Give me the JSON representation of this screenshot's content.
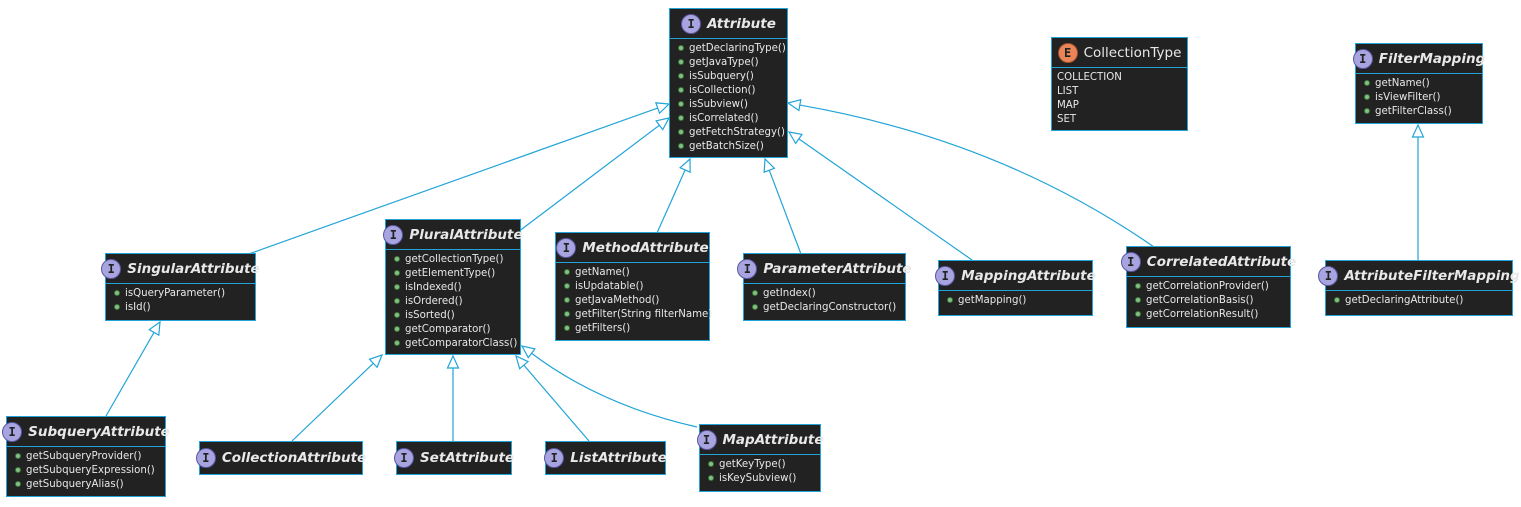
{
  "colors": {
    "background": "#ffffff",
    "box_fill": "#222222",
    "box_border": "#22a4d8",
    "text": "#e8e8e8",
    "interface_badge": "#a7a4e0",
    "enum_badge": "#e8865a",
    "method_dot": "#84be84"
  },
  "classes": {
    "attribute": {
      "badge": "I",
      "name": "Attribute",
      "methods": [
        "getDeclaringType()",
        "getJavaType()",
        "isSubquery()",
        "isCollection()",
        "isSubview()",
        "isCorrelated()",
        "getFetchStrategy()",
        "getBatchSize()"
      ]
    },
    "collection_type": {
      "badge": "E",
      "name": "CollectionType",
      "values": [
        "COLLECTION",
        "LIST",
        "MAP",
        "SET"
      ]
    },
    "filter_mapping": {
      "badge": "I",
      "name": "FilterMapping",
      "methods": [
        "getName()",
        "isViewFilter()",
        "getFilterClass()"
      ]
    },
    "singular_attribute": {
      "badge": "I",
      "name": "SingularAttribute",
      "methods": [
        "isQueryParameter()",
        "isId()"
      ]
    },
    "plural_attribute": {
      "badge": "I",
      "name": "PluralAttribute",
      "methods": [
        "getCollectionType()",
        "getElementType()",
        "isIndexed()",
        "isOrdered()",
        "isSorted()",
        "getComparator()",
        "getComparatorClass()"
      ]
    },
    "method_attribute": {
      "badge": "I",
      "name": "MethodAttribute",
      "methods": [
        "getName()",
        "isUpdatable()",
        "getJavaMethod()",
        "getFilter(String filterName)",
        "getFilters()"
      ]
    },
    "parameter_attribute": {
      "badge": "I",
      "name": "ParameterAttribute",
      "methods": [
        "getIndex()",
        "getDeclaringConstructor()"
      ]
    },
    "mapping_attribute": {
      "badge": "I",
      "name": "MappingAttribute",
      "methods": [
        "getMapping()"
      ]
    },
    "correlated_attribute": {
      "badge": "I",
      "name": "CorrelatedAttribute",
      "methods": [
        "getCorrelationProvider()",
        "getCorrelationBasis()",
        "getCorrelationResult()"
      ]
    },
    "attribute_filter_mapping": {
      "badge": "I",
      "name": "AttributeFilterMapping",
      "methods": [
        "getDeclaringAttribute()"
      ]
    },
    "subquery_attribute": {
      "badge": "I",
      "name": "SubqueryAttribute",
      "methods": [
        "getSubqueryProvider()",
        "getSubqueryExpression()",
        "getSubqueryAlias()"
      ]
    },
    "collection_attribute": {
      "badge": "I",
      "name": "CollectionAttribute",
      "methods": []
    },
    "set_attribute": {
      "badge": "I",
      "name": "SetAttribute",
      "methods": []
    },
    "list_attribute": {
      "badge": "I",
      "name": "ListAttribute",
      "methods": []
    },
    "map_attribute": {
      "badge": "I",
      "name": "MapAttribute",
      "methods": [
        "getKeyType()",
        "isKeySubview()"
      ]
    }
  },
  "relations": [
    {
      "from": "singular_attribute",
      "to": "attribute",
      "type": "extends"
    },
    {
      "from": "plural_attribute",
      "to": "attribute",
      "type": "extends"
    },
    {
      "from": "method_attribute",
      "to": "attribute",
      "type": "extends"
    },
    {
      "from": "parameter_attribute",
      "to": "attribute",
      "type": "extends"
    },
    {
      "from": "mapping_attribute",
      "to": "attribute",
      "type": "extends"
    },
    {
      "from": "correlated_attribute",
      "to": "attribute",
      "type": "extends"
    },
    {
      "from": "attribute_filter_mapping",
      "to": "filter_mapping",
      "type": "extends"
    },
    {
      "from": "subquery_attribute",
      "to": "singular_attribute",
      "type": "extends"
    },
    {
      "from": "collection_attribute",
      "to": "plural_attribute",
      "type": "extends"
    },
    {
      "from": "set_attribute",
      "to": "plural_attribute",
      "type": "extends"
    },
    {
      "from": "list_attribute",
      "to": "plural_attribute",
      "type": "extends"
    },
    {
      "from": "map_attribute",
      "to": "plural_attribute",
      "type": "extends"
    }
  ]
}
